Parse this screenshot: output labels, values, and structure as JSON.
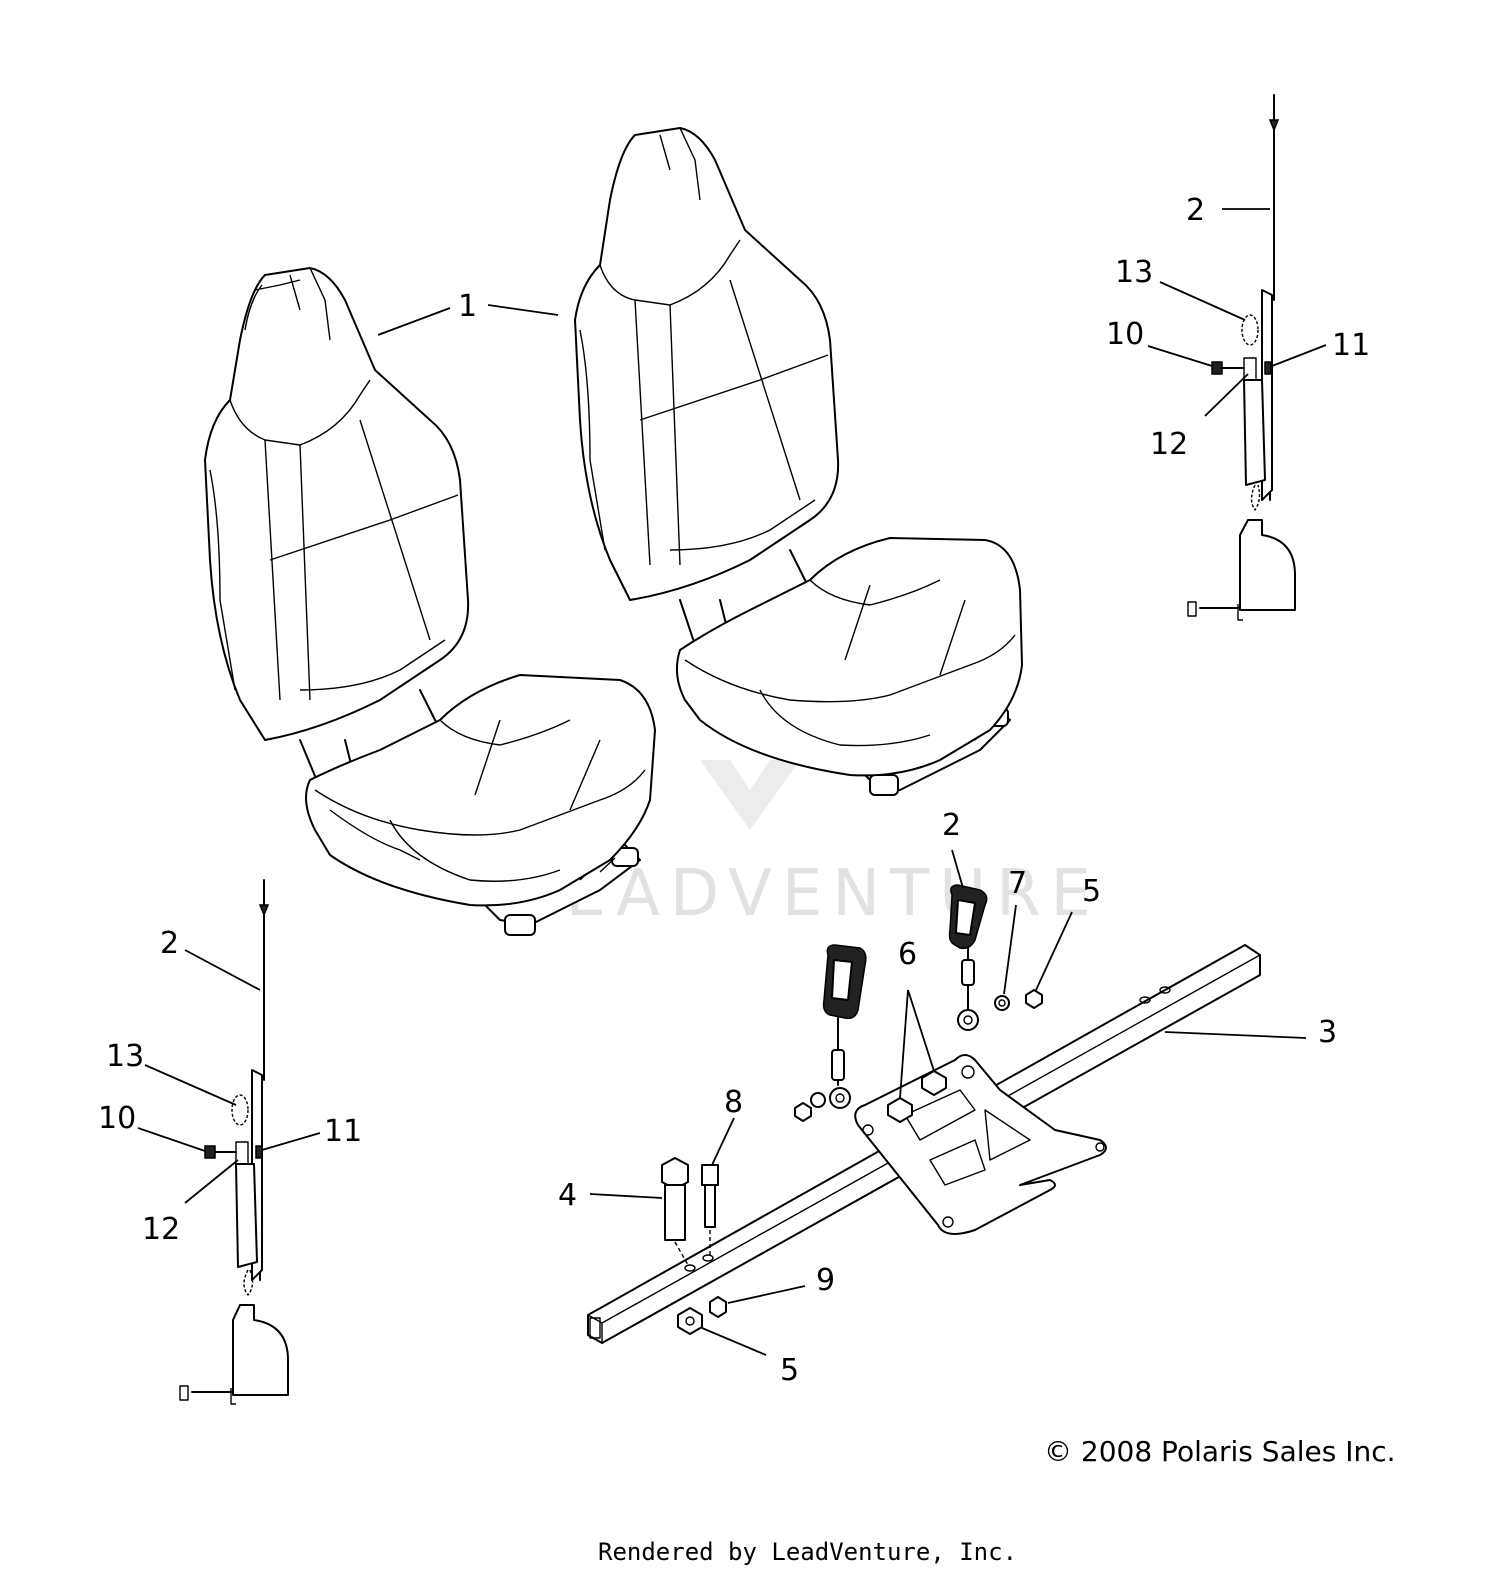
{
  "callouts": {
    "seat_1": "1",
    "strap_top_right": "2",
    "clip_top_right": "13",
    "bolt_top_right": "10",
    "washer_top_right": "11",
    "spacer_top_right": "12",
    "strap_left": "2",
    "clip_left": "13",
    "bolt_left": "10",
    "washer_left": "11",
    "spacer_left": "12",
    "buckle_center": "2",
    "washer_7": "7",
    "nut_5_top": "5",
    "bolt_6": "6",
    "crossbar_3": "3",
    "stud_8": "8",
    "bolt_4": "4",
    "washer_9": "9",
    "nut_5_bottom": "5"
  },
  "watermark": "LEADVENTURE",
  "copyright": "© 2008 Polaris Sales Inc.",
  "rendered_by": "Rendered by LeadVenture, Inc."
}
